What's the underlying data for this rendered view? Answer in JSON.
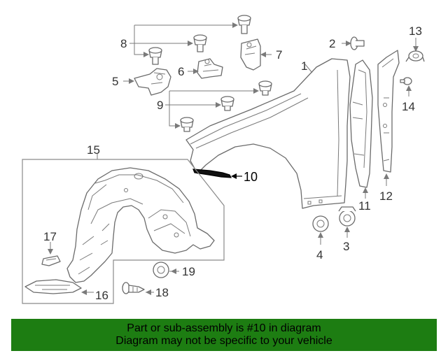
{
  "callouts": {
    "c1": "1",
    "c2": "2",
    "c3": "3",
    "c4": "4",
    "c5": "5",
    "c6": "6",
    "c7": "7",
    "c8": "8",
    "c9": "9",
    "c10": "10",
    "c11": "11",
    "c12": "12",
    "c13": "13",
    "c14": "14",
    "c15": "15",
    "c16": "16",
    "c17": "17",
    "c18": "18",
    "c19": "19"
  },
  "banner": {
    "line1": "Part or sub-assembly is #10 in diagram",
    "line2": "Diagram may not be specific to your vehicle"
  },
  "colors": {
    "banner_background": "#1d7d12",
    "line_art": "#6b6b6b",
    "highlighted_part": "#000000"
  }
}
